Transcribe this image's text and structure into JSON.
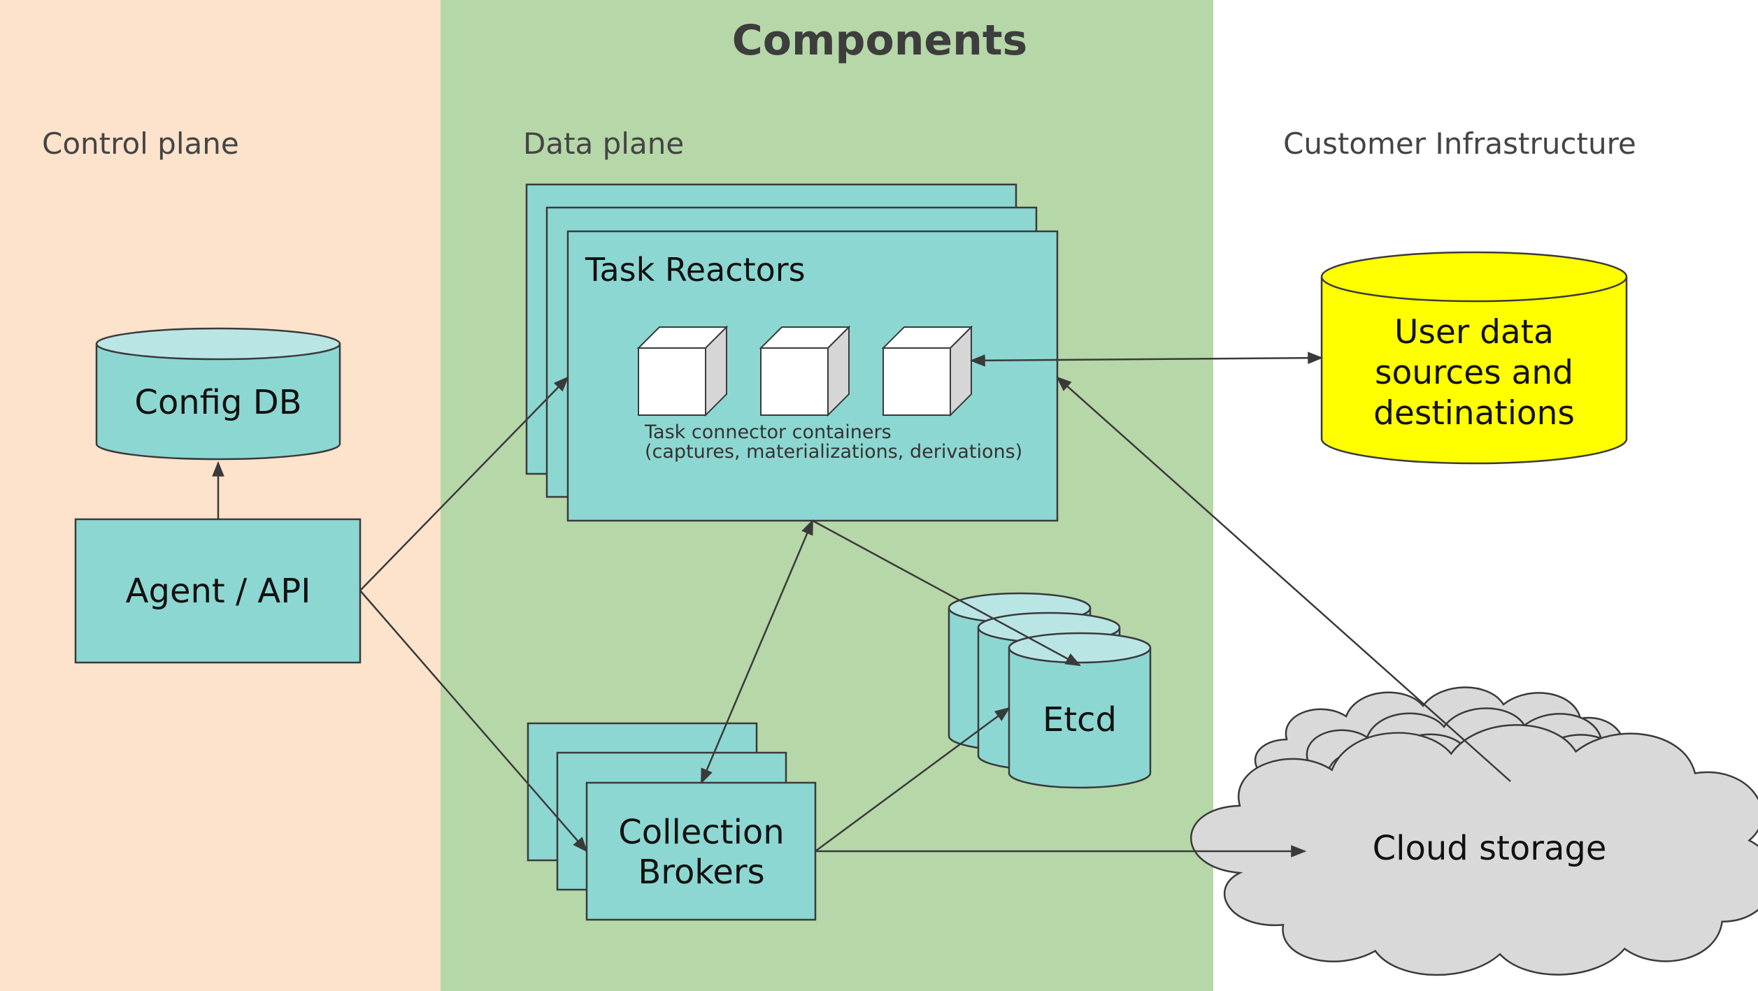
{
  "title": "Components",
  "planes": {
    "control": "Control plane",
    "data": "Data plane",
    "customer": "Customer Infrastructure"
  },
  "nodes": {
    "config_db": "Config DB",
    "agent_api": "Agent / API",
    "task_reactors": "Task Reactors",
    "task_connector_line1": "Task connector containers",
    "task_connector_line2": "(captures, materializations, derivations)",
    "collection_brokers_line1": "Collection",
    "collection_brokers_line2": "Brokers",
    "etcd": "Etcd",
    "user_data_line1": "User data",
    "user_data_line2": "sources and",
    "user_data_line3": "destinations",
    "cloud_storage": "Cloud storage"
  },
  "colors": {
    "control_bg": "#fde2cc",
    "data_bg": "#b6d7a8",
    "component_fill": "#8dd7d2",
    "component_top": "#b9e6e4",
    "user_data_fill": "#ffff00",
    "cloud_fill": "#d9d9d9",
    "stroke": "#3a3a3a"
  }
}
